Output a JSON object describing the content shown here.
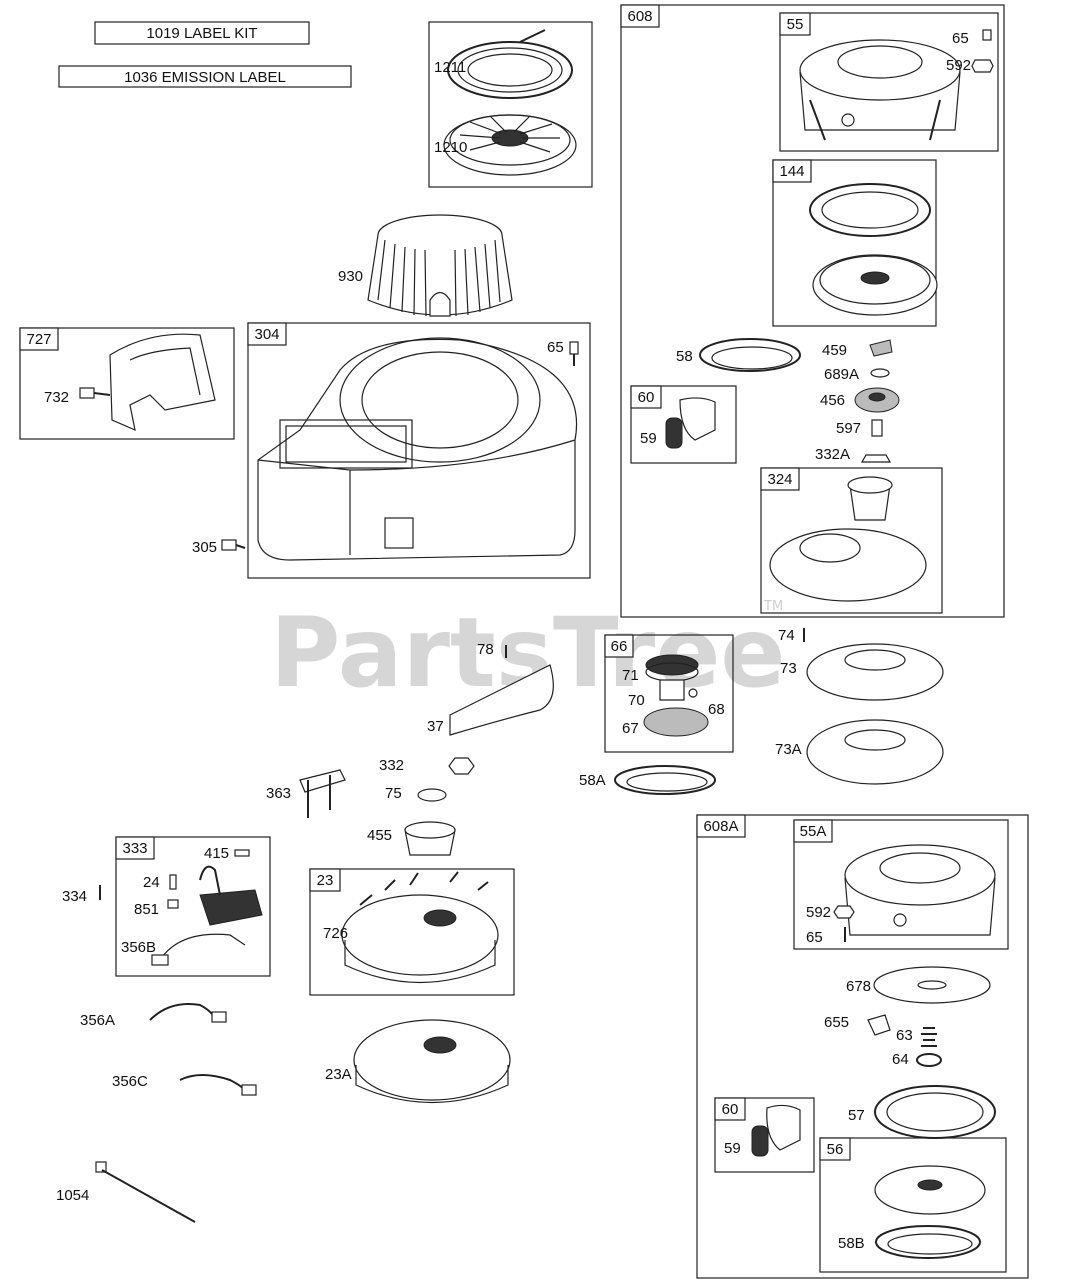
{
  "watermark": {
    "brand": "PartsTree",
    "trademark": "TM"
  },
  "title_boxes": [
    {
      "key": "label_kit",
      "text": "1019 LABEL KIT"
    },
    {
      "key": "emission_label",
      "text": "1036 EMISSION LABEL"
    }
  ],
  "groups": {
    "g608": "608",
    "g55": "55",
    "g144": "144",
    "g60": "60",
    "g324": "324",
    "g727": "727",
    "g304": "304",
    "g66": "66",
    "g333": "333",
    "g23": "23",
    "g608A": "608A",
    "g55A": "55A",
    "g60b": "60",
    "g56": "56"
  },
  "parts": {
    "p1211": "1211",
    "p1210": "1210",
    "p930": "930",
    "p65a": "65",
    "p592a": "592",
    "p58": "58",
    "p459": "459",
    "p689A": "689A",
    "p456": "456",
    "p597": "597",
    "p332A": "332A",
    "p59a": "59",
    "p732": "732",
    "p65b": "65",
    "p305": "305",
    "p78": "78",
    "p37": "37",
    "p71": "71",
    "p70": "70",
    "p68": "68",
    "p67": "67",
    "p74": "74",
    "p73": "73",
    "p73A": "73A",
    "p58A": "58A",
    "p332": "332",
    "p75": "75",
    "p363": "363",
    "p455": "455",
    "p415": "415",
    "p24": "24",
    "p851": "851",
    "p334": "334",
    "p356B": "356B",
    "p726": "726",
    "p356A": "356A",
    "p356C": "356C",
    "p23A": "23A",
    "p1054": "1054",
    "p592b": "592",
    "p65c": "65",
    "p678": "678",
    "p655": "655",
    "p63": "63",
    "p64": "64",
    "p57": "57",
    "p59b": "59",
    "p58B": "58B"
  }
}
